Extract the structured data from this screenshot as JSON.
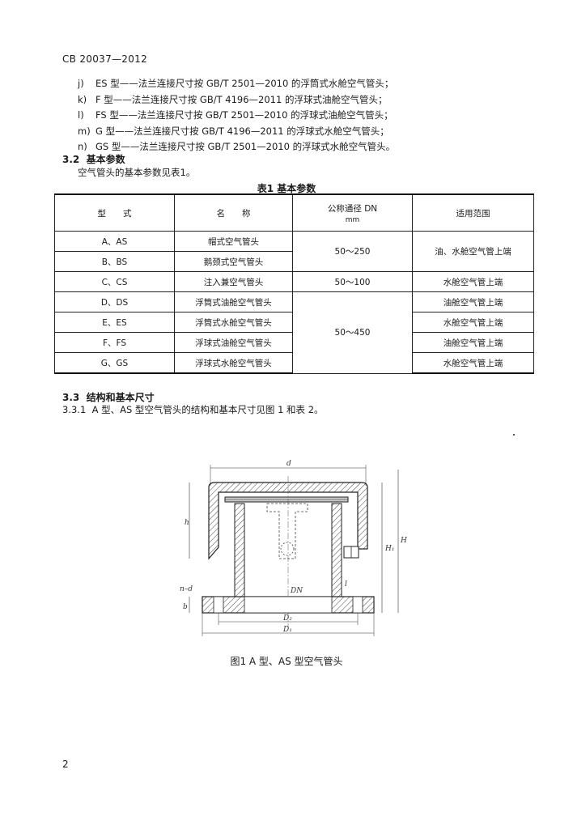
{
  "header": {
    "std_code": "CB 20037—2012"
  },
  "list_items": [
    {
      "marker": "j)",
      "text": "ES 型——法兰连接尺寸按 GB/T 2501—2010 的浮筒式水舱空气管头；"
    },
    {
      "marker": "k)",
      "text": "F 型——法兰连接尺寸按 GB/T 4196—2011 的浮球式油舱空气管头；"
    },
    {
      "marker": "l)",
      "text": "FS 型——法兰连接尺寸按 GB/T 2501—2010 的浮球式油舱空气管头；"
    },
    {
      "marker": "m)",
      "text": "G 型——法兰连接尺寸按 GB/T 4196—2011 的浮球式水舱空气管头；"
    },
    {
      "marker": "n)",
      "text": "GS 型——法兰连接尺寸按 GB/T 2501—2010 的浮球式水舱空气管头。"
    }
  ],
  "section_3_2": {
    "number": "3.2",
    "title": "基本参数",
    "text": "空气管头的基本参数见表1。"
  },
  "table1": {
    "caption": "表1  基本参数",
    "headers": {
      "type": "型　　式",
      "name": "名　　称",
      "dn": "公称通径 DN",
      "dn_unit": "mm",
      "scope": "适用范围"
    },
    "rows": [
      {
        "type": "A、AS",
        "name": "帽式空气管头"
      },
      {
        "type": "B、BS",
        "name": "鹅颈式空气管头"
      },
      {
        "type": "C、CS",
        "name": "注入兼空气管头"
      },
      {
        "type": "D、DS",
        "name": "浮筒式油舱空气管头"
      },
      {
        "type": "E、ES",
        "name": "浮筒式水舱空气管头"
      },
      {
        "type": "F、FS",
        "name": "浮球式油舱空气管头"
      },
      {
        "type": "G、GS",
        "name": "浮球式水舱空气管头"
      }
    ],
    "dn_groups": [
      "50～250",
      "50～100",
      "50～450"
    ],
    "scope_values": [
      "油、水舱空气管上端",
      "水舱空气管上端",
      "油舱空气管上端",
      "水舱空气管上端",
      "油舱空气管上端",
      "水舱空气管上端"
    ]
  },
  "section_3_3": {
    "number": "3.3",
    "title": "结构和基本尺寸"
  },
  "section_3_3_1": {
    "number": "3.3.1",
    "text": "A 型、AS 型空气管头的结构和基本尺寸见图 1 和表 2。"
  },
  "figure1": {
    "caption": "图1  A 型、AS 型空气管头",
    "labels": {
      "d": "d",
      "h": "h",
      "h1": "H₁",
      "h_big": "H",
      "n_d": "n–d",
      "b": "b",
      "dn": "DN",
      "d2": "D₂",
      "d1": "D₁",
      "l": "l"
    }
  },
  "page_number": "2"
}
